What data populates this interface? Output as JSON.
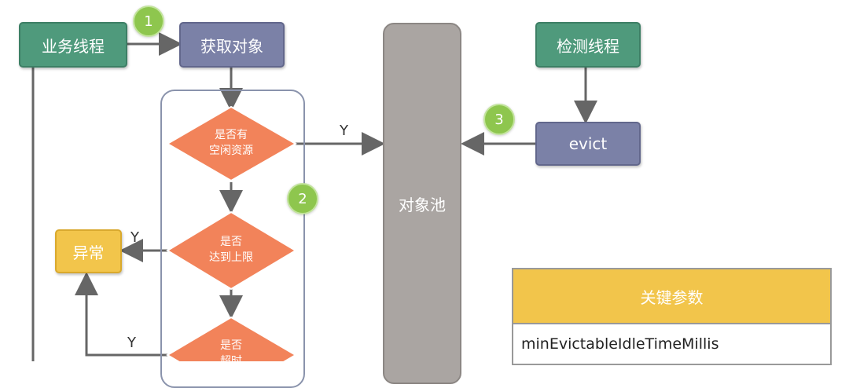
{
  "nodes": {
    "business_thread": "业务线程",
    "get_object": "获取对象",
    "detect_thread": "检测线程",
    "evict": "evict",
    "exception": "异常",
    "object_pool": "对象池"
  },
  "decisions": {
    "idle": [
      "是否有",
      "空闲资源"
    ],
    "limit": [
      "是否",
      "达到上限"
    ],
    "third": [
      "是否",
      "超时"
    ]
  },
  "badges": [
    "1",
    "2",
    "3"
  ],
  "edge_labels": {
    "y1": "Y",
    "y2": "Y",
    "y3": "Y"
  },
  "params_table": {
    "header": "关键参数",
    "rows": [
      "minEvictableIdleTimeMillis"
    ]
  },
  "colors": {
    "green": "#4f9a7c",
    "blue": "#7b81a7",
    "orange": "#f2835a",
    "yellow": "#f2c54b",
    "gray": "#aaa5a2",
    "badge": "#8ec64e"
  }
}
